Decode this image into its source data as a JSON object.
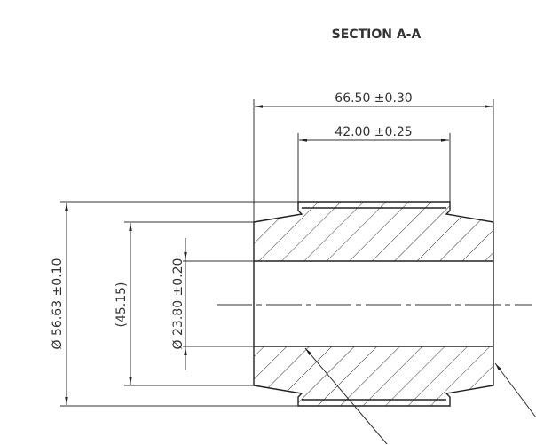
{
  "title": "SECTION A-A",
  "dimensions": {
    "overall_length": "66.50 ±0.30",
    "flange_length": "42.00 ±0.25",
    "outer_diameter": "Ø 56.63 ±0.10",
    "reference_diameter": "(45.15)",
    "bore_diameter": "Ø 23.80 ±0.20"
  }
}
